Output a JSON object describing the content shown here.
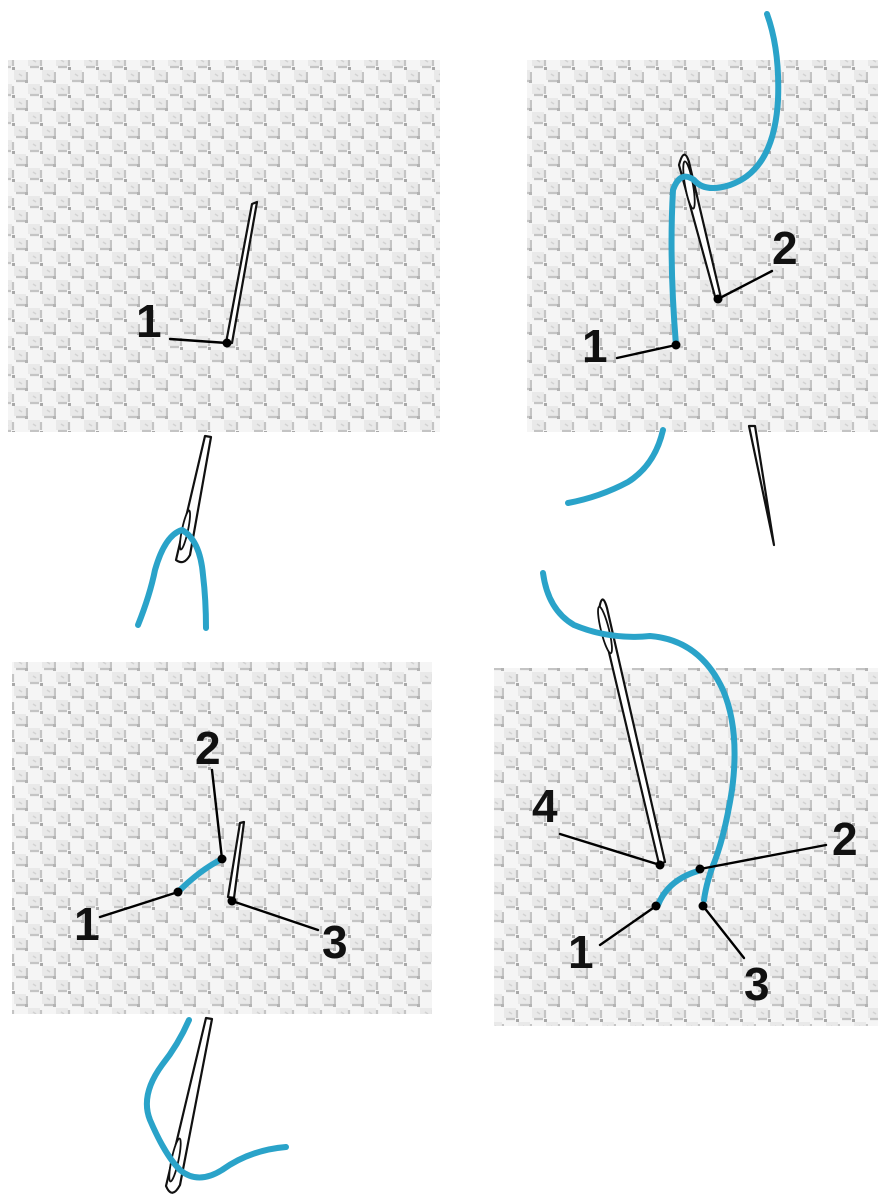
{
  "colors": {
    "thread": "#2aa3c9",
    "fabric_base": "#f4f4f4",
    "fabric_weave": "#c9c9c9",
    "fabric_hole": "#a9a9a9",
    "ink": "#111111"
  },
  "panels": [
    {
      "id": "step-1",
      "labels": [
        "1"
      ]
    },
    {
      "id": "step-2",
      "labels": [
        "1",
        "2"
      ]
    },
    {
      "id": "step-3",
      "labels": [
        "1",
        "2",
        "3"
      ]
    },
    {
      "id": "step-4",
      "labels": [
        "1",
        "2",
        "3",
        "4"
      ]
    }
  ]
}
